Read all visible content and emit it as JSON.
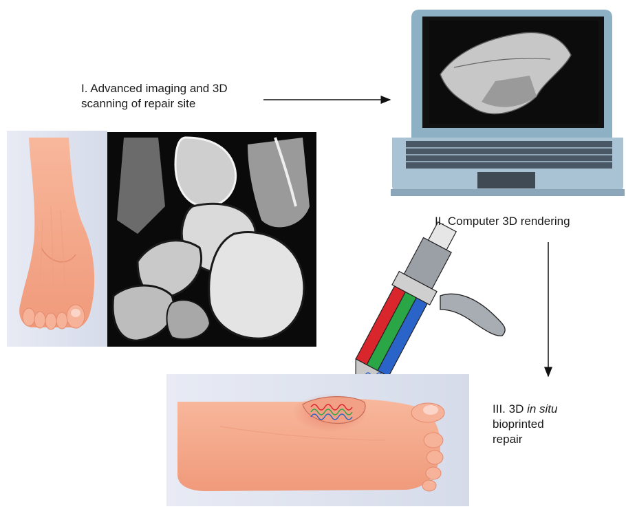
{
  "steps": {
    "step1": {
      "line1": "I. Advanced imaging and 3D",
      "line2": "scanning of repair site"
    },
    "step2": {
      "text": "II. Computer 3D rendering"
    },
    "step3": {
      "prefix": "III. 3D ",
      "italic": "in situ",
      "line2": "bioprinted",
      "line3": "repair"
    }
  },
  "icons": {
    "foot_top": "foot-top-view-illustration",
    "mri": "ankle-mri-scan",
    "laptop": "laptop-icon",
    "bioprinter": "bioprinter-pen-icon",
    "foot_side": "foot-side-view-illustration"
  },
  "colors": {
    "skin": "#f5a98a",
    "skin_dark": "#e58a6c",
    "panel_bg": "#dfe3ef",
    "laptop_body": "#a9c3d4",
    "ink_red": "#d8262c",
    "ink_green": "#2aa646",
    "ink_blue": "#2a64c8"
  }
}
